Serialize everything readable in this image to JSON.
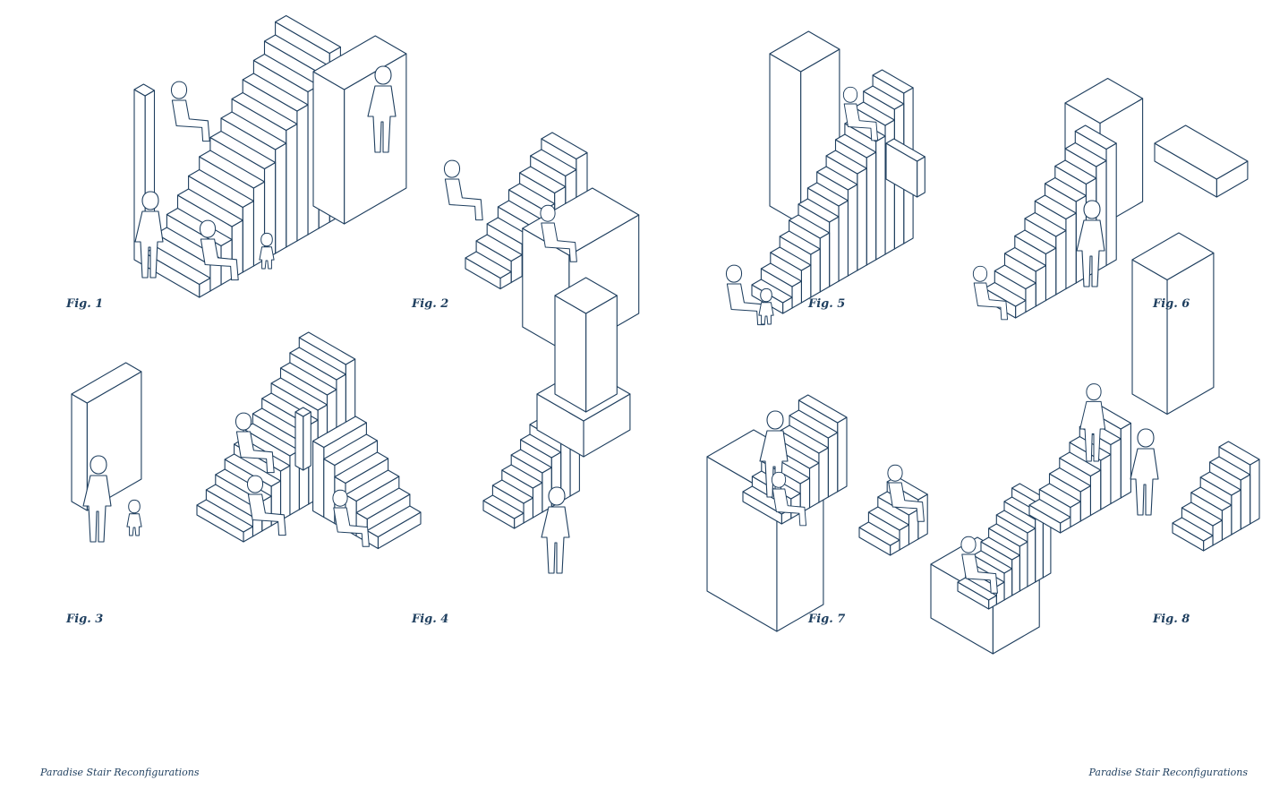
{
  "figures": [
    {
      "label": "Fig. 1"
    },
    {
      "label": "Fig. 2"
    },
    {
      "label": "Fig. 3"
    },
    {
      "label": "Fig. 4"
    },
    {
      "label": "Fig. 5"
    },
    {
      "label": "Fig. 6"
    },
    {
      "label": "Fig. 7"
    },
    {
      "label": "Fig. 8"
    }
  ],
  "footer": {
    "left": "Paradise Stair Reconfigurations",
    "right": "Paradise Stair Reconfigurations"
  },
  "colors": {
    "line": "#1f3f5f",
    "fill": "#ffffff"
  }
}
